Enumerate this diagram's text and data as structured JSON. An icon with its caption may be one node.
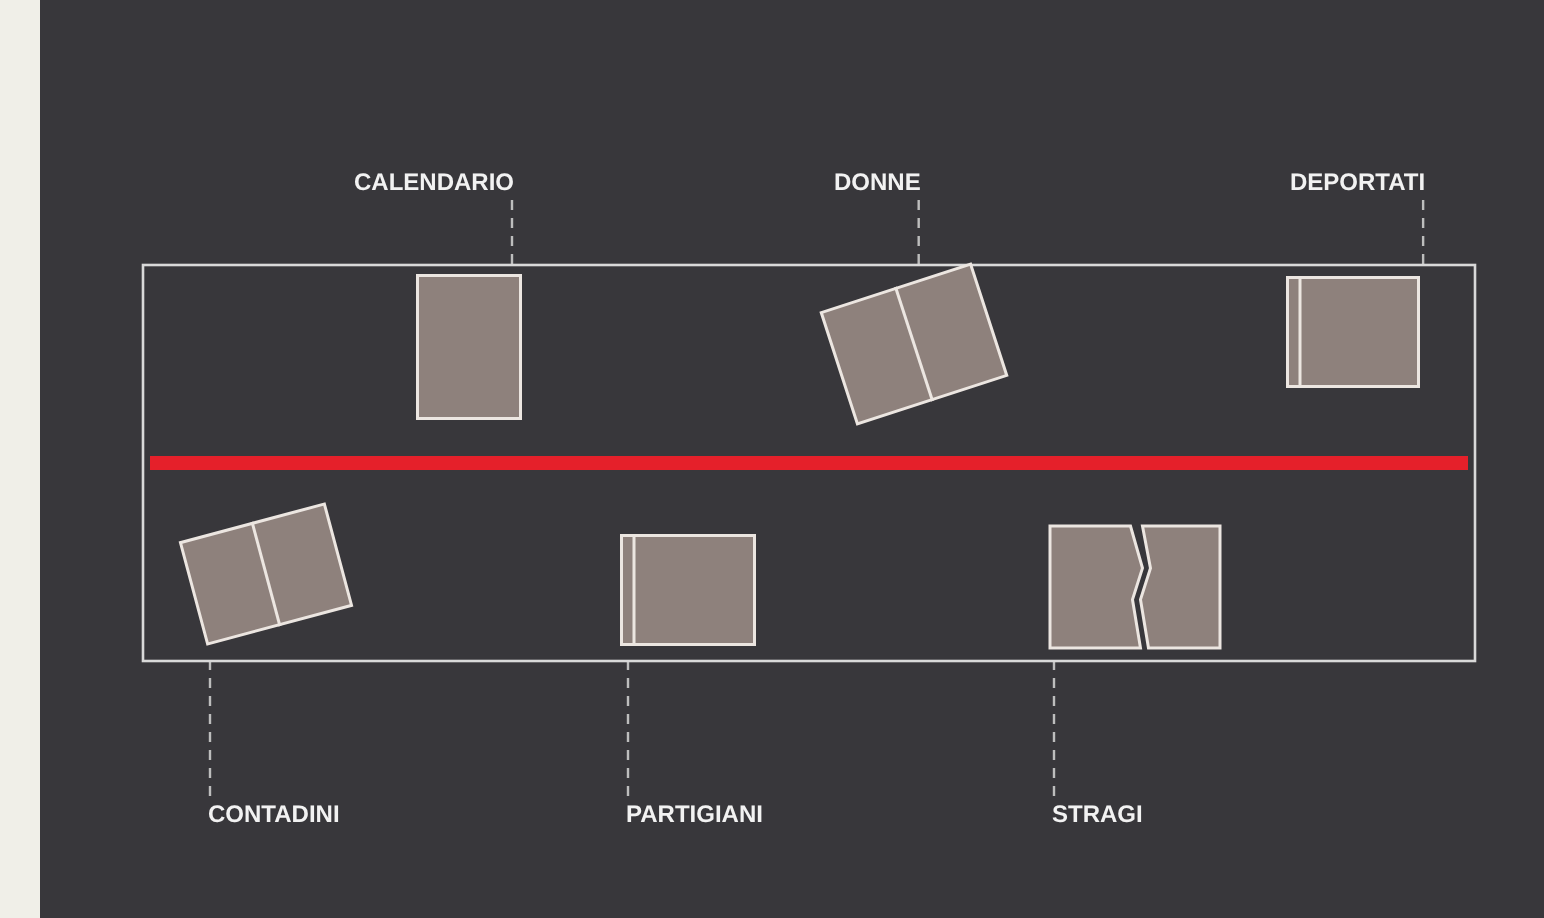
{
  "diagram": {
    "nodes": [
      {
        "text": [
          "CALENDARIO"
        ]
      },
      {
        "text": [
          "DONNE"
        ]
      },
      {
        "text": [
          "DEPORTATI"
        ]
      },
      {
        "text": [],
        "shape": "box"
      },
      {
        "text": [],
        "shape": "box",
        "in": 3
      },
      {
        "text": [],
        "shape": "box",
        "in": 3
      },
      {
        "text": [],
        "shape": "box",
        "in": 3
      },
      {
        "text": [],
        "shape": "box",
        "in": 3
      },
      {
        "text": [],
        "shape": "box",
        "in": 3
      },
      {
        "text": [],
        "shape": "box",
        "in": 3
      },
      {
        "text": [
          "CONTADINI"
        ]
      },
      {
        "text": [
          "PARTIGIANI"
        ]
      },
      {
        "text": [
          "STRAGI"
        ]
      }
    ],
    "edges": [
      {
        "from": 0,
        "to": 3,
        "arrow": "none",
        "style": "dashed"
      },
      {
        "from": 1,
        "to": 3,
        "arrow": "none",
        "style": "dashed"
      },
      {
        "from": 2,
        "to": 3,
        "arrow": "none",
        "style": "dashed"
      },
      {
        "from": 10,
        "to": 3,
        "arrow": "none",
        "style": "dashed"
      },
      {
        "from": 11,
        "to": 3,
        "arrow": "none",
        "style": "dashed"
      },
      {
        "from": 12,
        "to": 3,
        "arrow": "none",
        "style": "dashed"
      }
    ]
  }
}
